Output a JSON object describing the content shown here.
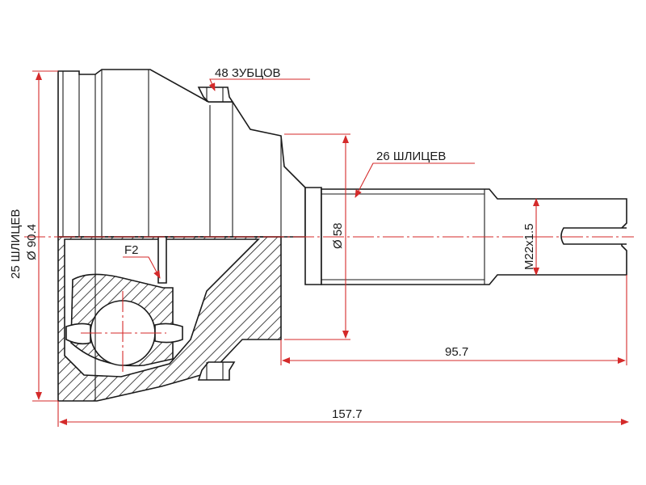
{
  "labels": {
    "teeth": "48 ЗУБЦОВ",
    "outer_splines": "26 ШЛИЦЕВ",
    "inner_splines": "25 ШЛИЦЕВ",
    "inner_diameter": "Ø 90.4",
    "shaft_diameter": "Ø 58",
    "thread": "M22x1.5",
    "clip": "F2",
    "length_shaft": "95.7",
    "length_total": "157.7"
  },
  "colors": {
    "line": "#1a1a1a",
    "dimension": "#d42a2a",
    "background": "#ffffff"
  }
}
